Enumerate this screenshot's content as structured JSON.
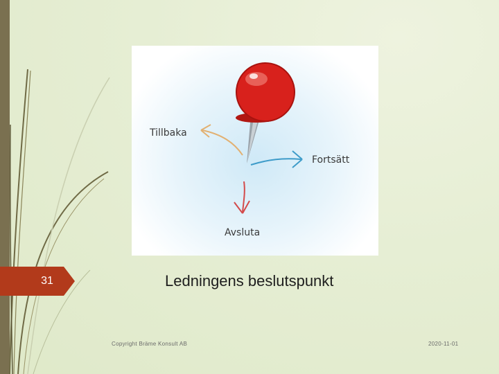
{
  "slide": {
    "number": "31",
    "caption": "Ledningens beslutspunkt",
    "footer_left": "Copyright Bräme Konsult AB",
    "footer_right": "2020-11-01"
  },
  "picture": {
    "label_back": "Tillbaka",
    "label_continue": "Fortsätt",
    "label_end": "Avsluta",
    "icon": "push-pin-icon"
  },
  "colors": {
    "accent": "#b23a1b",
    "sidebar": "#7a7050",
    "pin": "#d8211c",
    "arrow_back": "#e2b071",
    "arrow_continue": "#3d9bc9",
    "arrow_end": "#d34a4a"
  }
}
